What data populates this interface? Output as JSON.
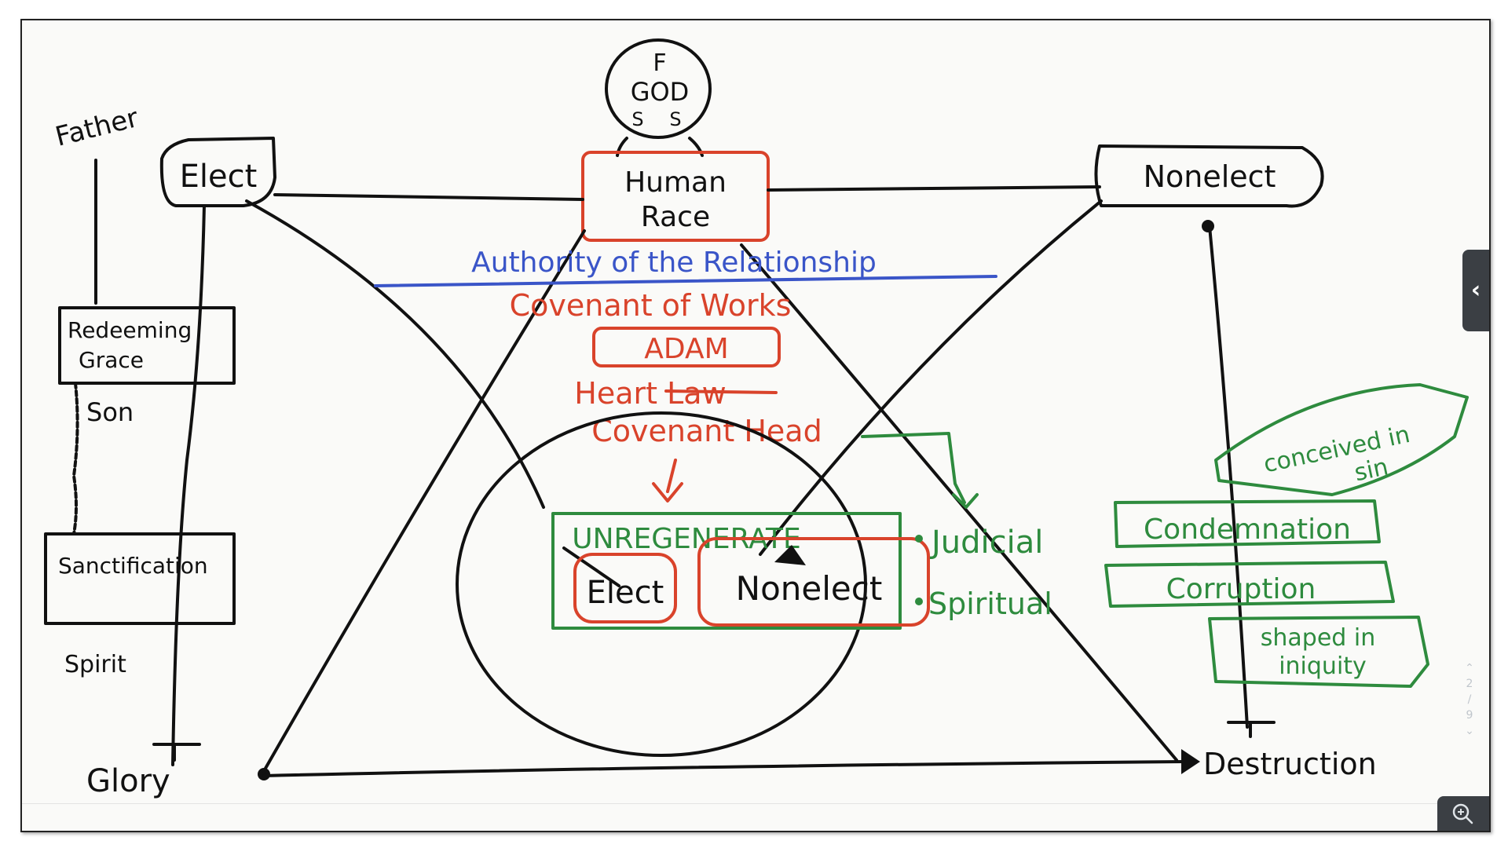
{
  "labels": {
    "god": "GOD",
    "f": "F",
    "s": "S",
    "s2": "S",
    "father": "Father",
    "elect": "Elect",
    "human_race_line1": "Human",
    "human_race_line2": "Race",
    "nonelect": "Nonelect",
    "authority": "Authority of the Relationship",
    "covenant_works": "Covenant of Works",
    "adam": "ADAM",
    "heart_law": "Heart Law",
    "covenant_head": "Covenant Head",
    "redeeming_grace_line1": "Redeeming",
    "redeeming_grace_line2": "Grace",
    "son": "Son",
    "sanctification": "Sanctification",
    "spirit": "Spirit",
    "unregenerate": "UNREGENERATE",
    "inner_elect": "Elect",
    "inner_nonelect": "Nonelect",
    "judicial": "Judicial",
    "condemnation": "Condemnation",
    "spiritual": "Spiritual",
    "corruption": "Corruption",
    "conceived_line1": "conceived in",
    "conceived_line2": "sin",
    "shaped_line1": "shaped in",
    "shaped_line2": "iniquity",
    "glory": "Glory",
    "destruction": "Destruction"
  },
  "pager": {
    "current": "2",
    "separator": "/",
    "total": "9"
  },
  "colors": {
    "black": "#111111",
    "red": "#d9432b",
    "blue": "#3a55c8",
    "green": "#2e8b3e",
    "control": "#3b3f44"
  },
  "icons": {
    "side_tab": "chevron-left-icon",
    "pager_up": "chevron-up-icon",
    "pager_down": "chevron-down-icon",
    "zoom": "zoom-in-icon"
  }
}
